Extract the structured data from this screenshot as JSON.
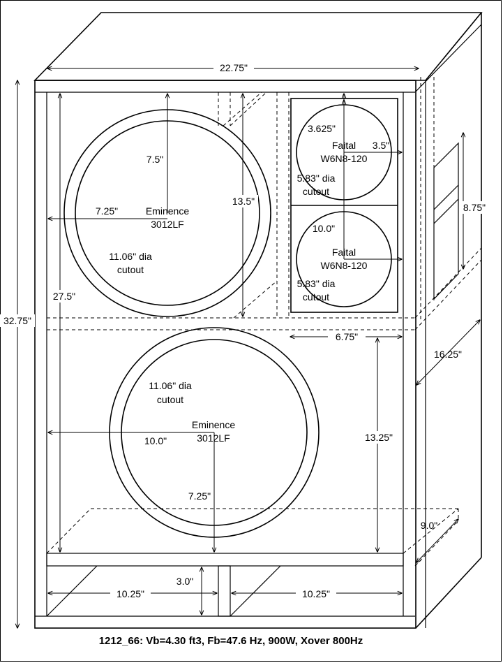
{
  "cabinet": {
    "width": "22.75\"",
    "height": "32.75\"",
    "depth": "16.25\"",
    "inner_height": "27.5\"",
    "port_height": "8.75\"",
    "shelf_depth": "9.0\""
  },
  "upper_woofer": {
    "model_line1": "Eminence",
    "model_line2": "3012LF",
    "cutout_line1": "11.06\" dia",
    "cutout_line2": "cutout",
    "dim_top": "7.5\"",
    "dim_left": "7.25\"",
    "dim_height": "13.5\""
  },
  "tweeter_top": {
    "model_line1": "Faital",
    "model_line2": "W6N8-120",
    "cutout_line1": "5.83\" dia",
    "cutout_line2": "cutout",
    "dim_top": "3.625\"",
    "dim_right": "3.5\""
  },
  "tweeter_bottom": {
    "model_line1": "Faital",
    "model_line2": "W6N8-120",
    "cutout_line1": "5.83\" dia",
    "cutout_line2": "cutout",
    "dim_top": "10.0\""
  },
  "lower_woofer": {
    "model_line1": "Eminence",
    "model_line2": "3012LF",
    "cutout_line1": "11.06\" dia",
    "cutout_line2": "cutout",
    "dim_left": "10.0\"",
    "dim_bottom": "7.25\"",
    "dim_right_height": "13.25\"",
    "dim_right_offset": "6.75\""
  },
  "base": {
    "left_width": "10.25\"",
    "right_width": "10.25\"",
    "height": "3.0\""
  },
  "caption": "1212_66: Vb=4.30 ft3, Fb=47.6 Hz, 900W, Xover 800Hz"
}
